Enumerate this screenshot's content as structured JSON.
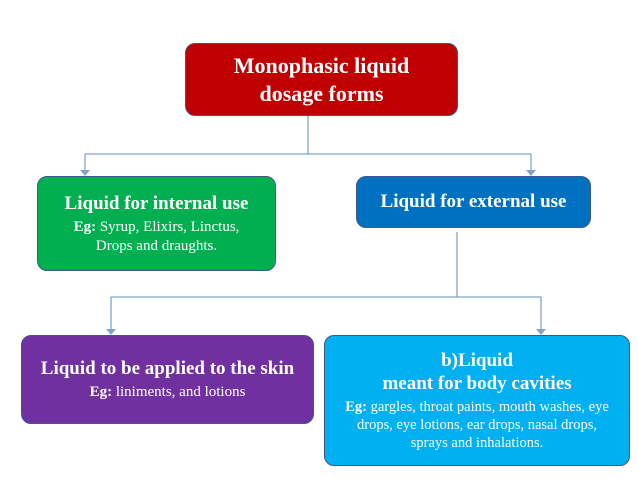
{
  "nodes": {
    "root": {
      "title": "Monophasic liquid dosage forms",
      "color": "#c00000"
    },
    "internal": {
      "title": "Liquid for internal use",
      "eg_label": "Eg:",
      "eg_text": " Syrup, Elixirs, Linctus, Drops and draughts.",
      "color": "#00b050"
    },
    "external": {
      "title": "Liquid for external use",
      "color": "#0070c0"
    },
    "skin": {
      "title": "Liquid to be applied to the skin",
      "eg_label": "Eg:",
      "eg_text": " liniments, and lotions",
      "color": "#7030a0"
    },
    "cavities": {
      "title_line1": "b)Liquid",
      "title_line2": "meant for body cavities",
      "eg_label": "Eg:",
      "eg_text": " gargles, throat paints, mouth washes, eye drops, eye lotions, ear drops, nasal drops, sprays and inhalations.",
      "color": "#00b0f0"
    }
  },
  "connector_color": "#7fa3cf"
}
